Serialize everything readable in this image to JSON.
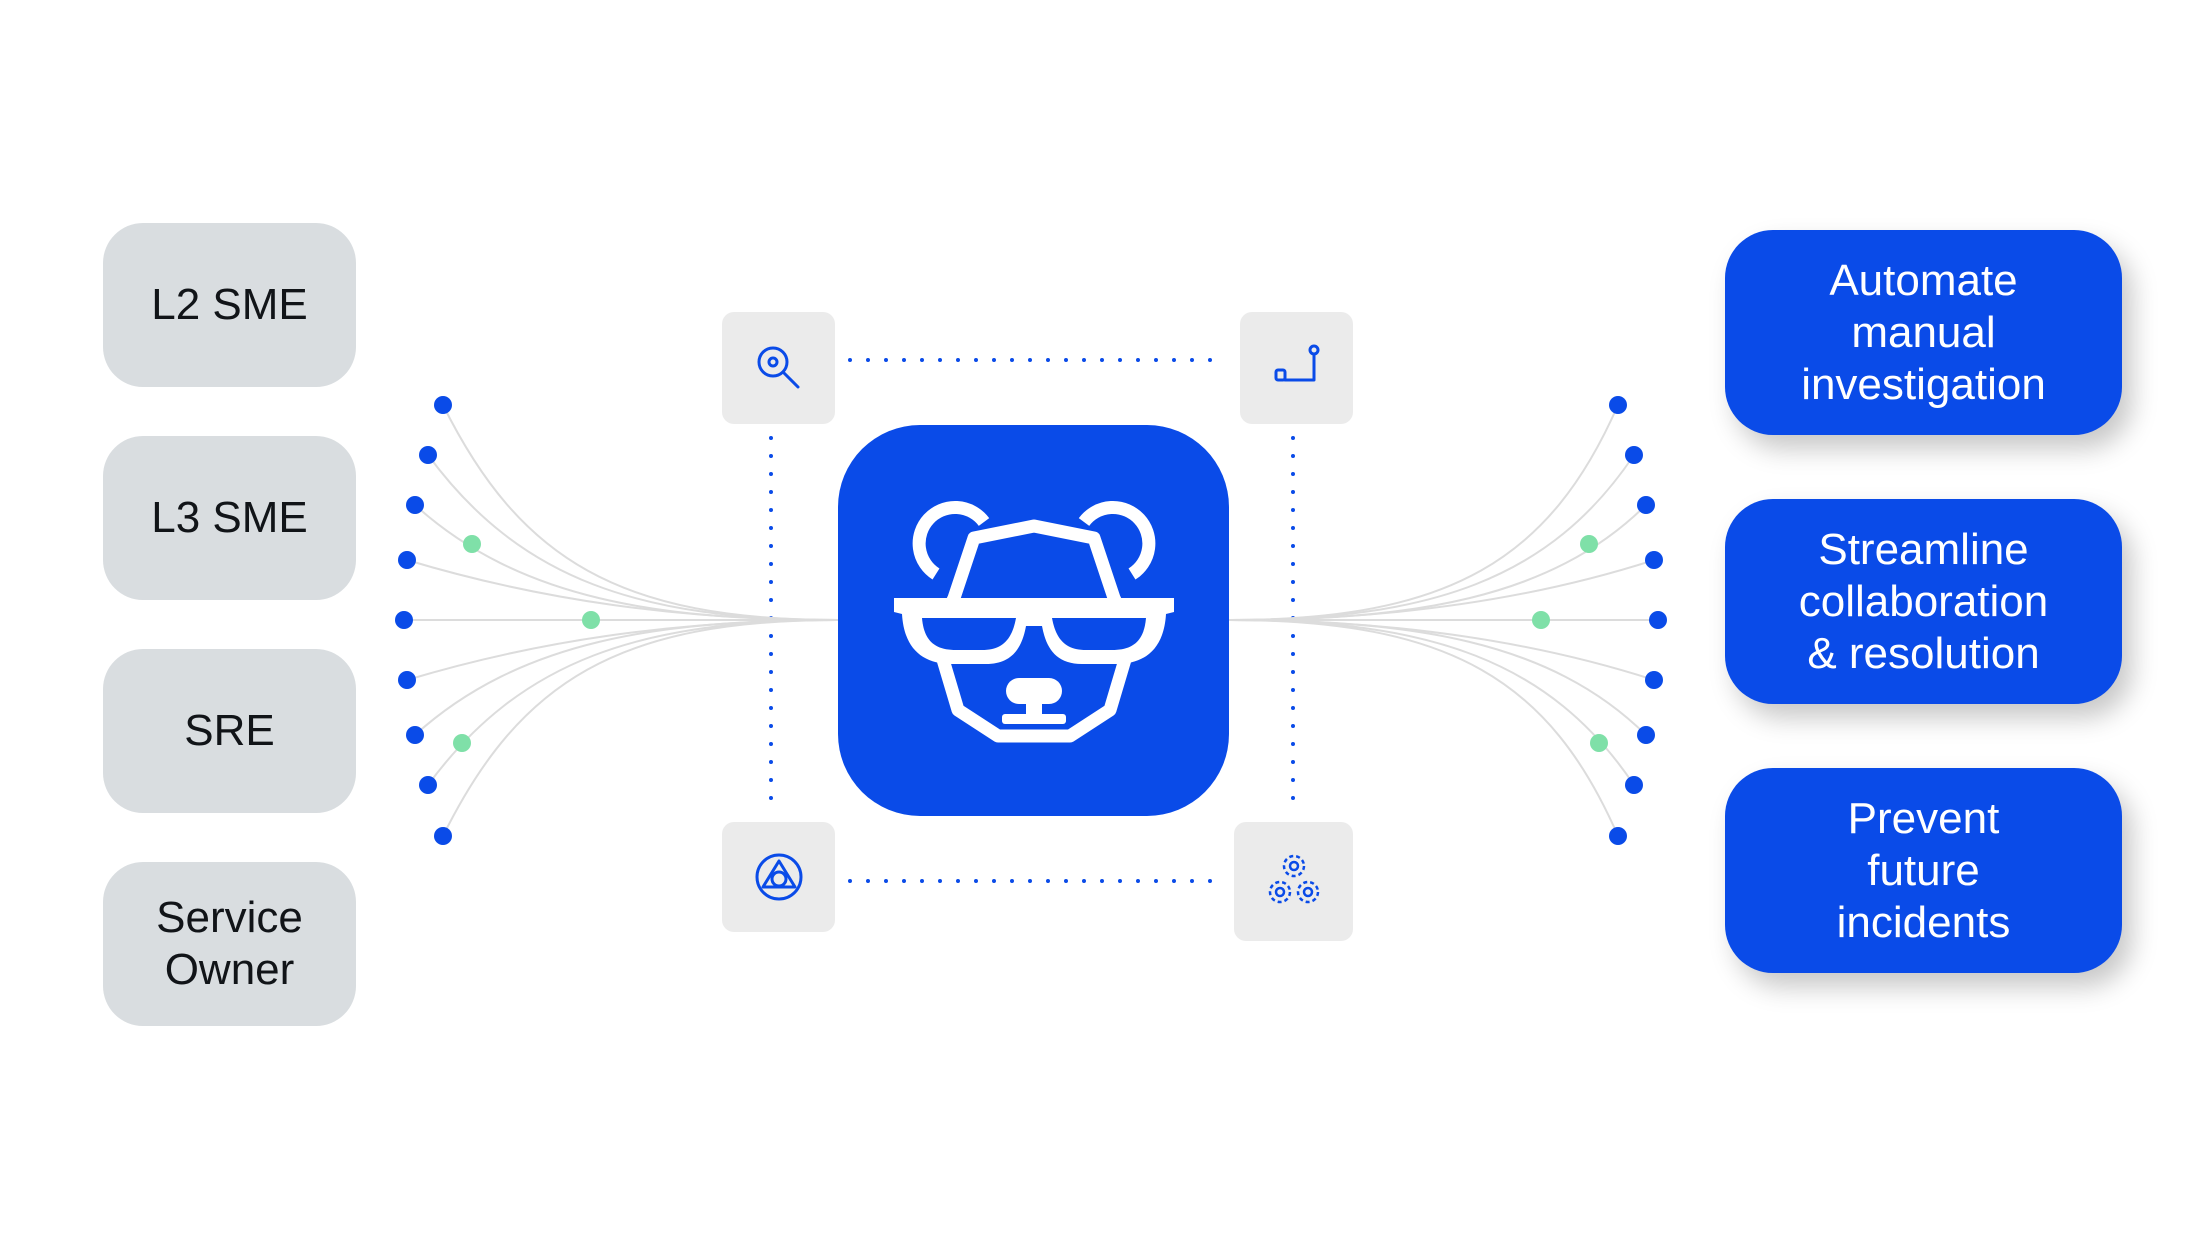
{
  "roles": [
    {
      "label": "L2 SME"
    },
    {
      "label": "L3 SME"
    },
    {
      "label": "SRE"
    },
    {
      "label": "Service\nOwner"
    }
  ],
  "goals": [
    {
      "label": "Automate\nmanual\ninvestigation"
    },
    {
      "label": "Streamline\ncollaboration\n& resolution"
    },
    {
      "label": "Prevent\nfuture\nincidents"
    }
  ],
  "center_logo": {
    "icon": "panda-with-sunglasses-icon"
  },
  "corner_icons": [
    {
      "icon": "search-icon"
    },
    {
      "icon": "workflow-path-icon"
    },
    {
      "icon": "triangle-circle-icon"
    },
    {
      "icon": "gears-icon"
    }
  ],
  "colors": {
    "brand_blue": "#0a4be8",
    "role_box_gray": "#d9dde0",
    "tile_gray": "#ebebeb",
    "accent_green": "#7fe0a8",
    "line_gray": "#dcdcdc"
  }
}
